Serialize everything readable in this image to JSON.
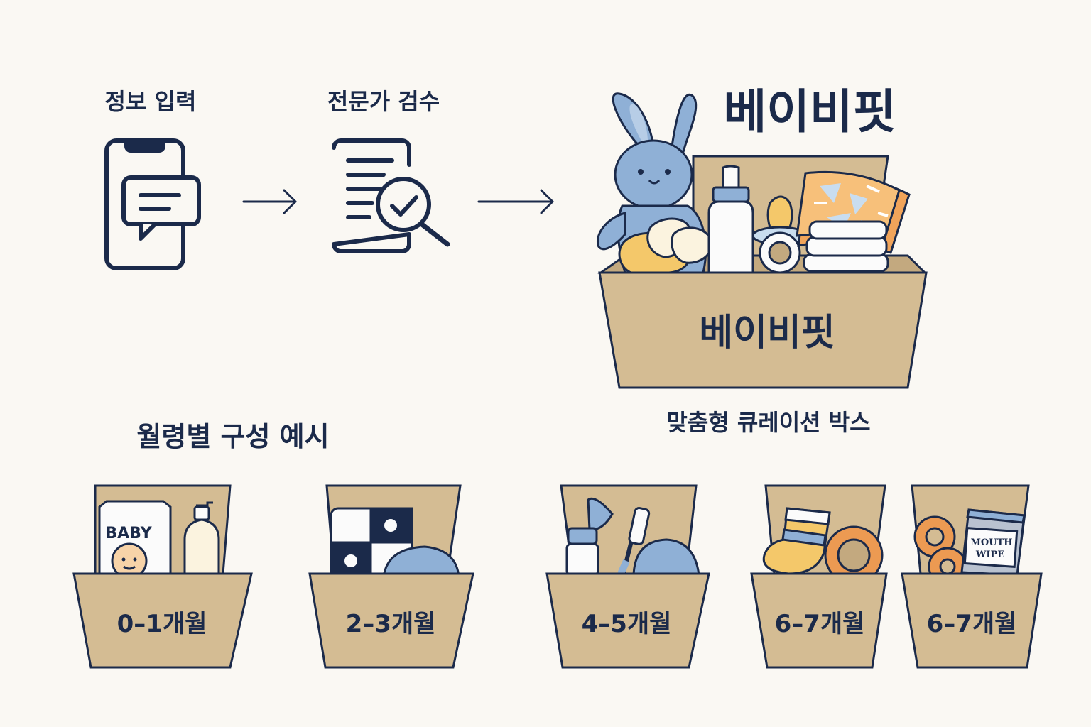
{
  "steps": [
    {
      "label": "정보 입력",
      "icon": "phone-chat-icon"
    },
    {
      "label": "전문가 검수",
      "icon": "document-search-icon"
    }
  ],
  "brand": {
    "title": "베이비핏",
    "box_label": "베이비핏",
    "caption": "맞춤형 큐레이션 박스"
  },
  "monthly": {
    "heading": "월령별 구성 예시",
    "boxes": [
      {
        "label": "0–1개월",
        "items": [
          "formula-box-icon",
          "lotion-bottle-icon"
        ]
      },
      {
        "label": "2–3개월",
        "items": [
          "checker-cloth-icon",
          "blue-hat-icon"
        ]
      },
      {
        "label": "4–5개월",
        "items": [
          "breast-pump-icon",
          "toothbrush-icon",
          "blue-hat-icon"
        ]
      },
      {
        "label": "6–7개월",
        "items": [
          "sock-icon",
          "teether-ring-icon"
        ]
      },
      {
        "label": "6–7개월",
        "items": [
          "teether-icon",
          "wipe-pack-icon"
        ]
      }
    ],
    "baby_box_text": "BABY",
    "wipe_text_1": "MOUTH",
    "wipe_text_2": "WIPE"
  },
  "colors": {
    "navy": "#1b2a4a",
    "box": "#d4bc93",
    "blue": "#8fb0d6",
    "orange": "#ec9a52",
    "cream": "#fbf3df"
  }
}
